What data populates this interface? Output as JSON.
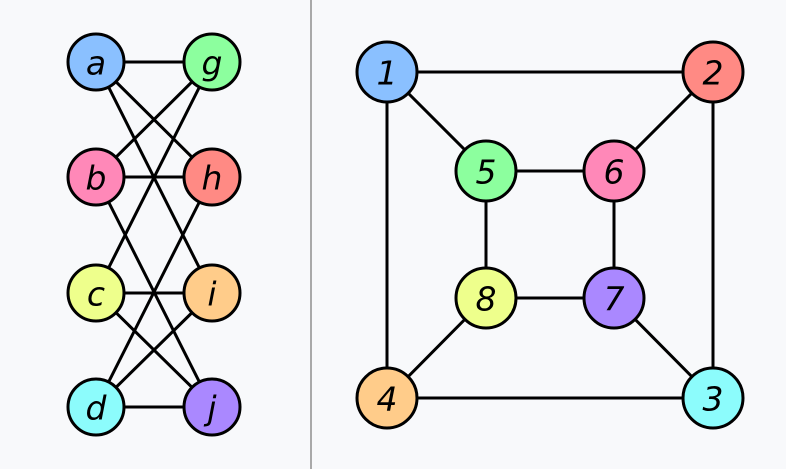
{
  "colors": {
    "background": "#f8f9fb",
    "divider": "#a9a9a9",
    "edge": "#000000"
  },
  "left_graph": {
    "nodes": [
      {
        "id": "a",
        "label": "a",
        "color": "#8ac0ff"
      },
      {
        "id": "g",
        "label": "g",
        "color": "#8cff9e"
      },
      {
        "id": "b",
        "label": "b",
        "color": "#ff88b8"
      },
      {
        "id": "h",
        "label": "h",
        "color": "#ff8a84"
      },
      {
        "id": "c",
        "label": "c",
        "color": "#eeff8c"
      },
      {
        "id": "i",
        "label": "i",
        "color": "#ffcc8a"
      },
      {
        "id": "d",
        "label": "d",
        "color": "#8cfcfc"
      },
      {
        "id": "j",
        "label": "j",
        "color": "#aa88ff"
      }
    ],
    "edges": [
      [
        "a",
        "g"
      ],
      [
        "a",
        "h"
      ],
      [
        "a",
        "i"
      ],
      [
        "b",
        "g"
      ],
      [
        "b",
        "h"
      ],
      [
        "b",
        "j"
      ],
      [
        "c",
        "g"
      ],
      [
        "c",
        "i"
      ],
      [
        "c",
        "j"
      ],
      [
        "d",
        "h"
      ],
      [
        "d",
        "i"
      ],
      [
        "d",
        "j"
      ]
    ]
  },
  "right_graph": {
    "nodes": [
      {
        "id": "1",
        "label": "1",
        "color": "#8ac0ff"
      },
      {
        "id": "2",
        "label": "2",
        "color": "#ff8a84"
      },
      {
        "id": "3",
        "label": "3",
        "color": "#8cfcfc"
      },
      {
        "id": "4",
        "label": "4",
        "color": "#ffcc8a"
      },
      {
        "id": "5",
        "label": "5",
        "color": "#8cff9e"
      },
      {
        "id": "6",
        "label": "6",
        "color": "#ff88b8"
      },
      {
        "id": "7",
        "label": "7",
        "color": "#aa88ff"
      },
      {
        "id": "8",
        "label": "8",
        "color": "#eeff8c"
      }
    ],
    "edges": [
      [
        "1",
        "2"
      ],
      [
        "2",
        "3"
      ],
      [
        "3",
        "4"
      ],
      [
        "4",
        "1"
      ],
      [
        "1",
        "5"
      ],
      [
        "2",
        "6"
      ],
      [
        "3",
        "7"
      ],
      [
        "4",
        "8"
      ],
      [
        "5",
        "6"
      ],
      [
        "6",
        "7"
      ],
      [
        "7",
        "8"
      ],
      [
        "8",
        "5"
      ]
    ]
  }
}
